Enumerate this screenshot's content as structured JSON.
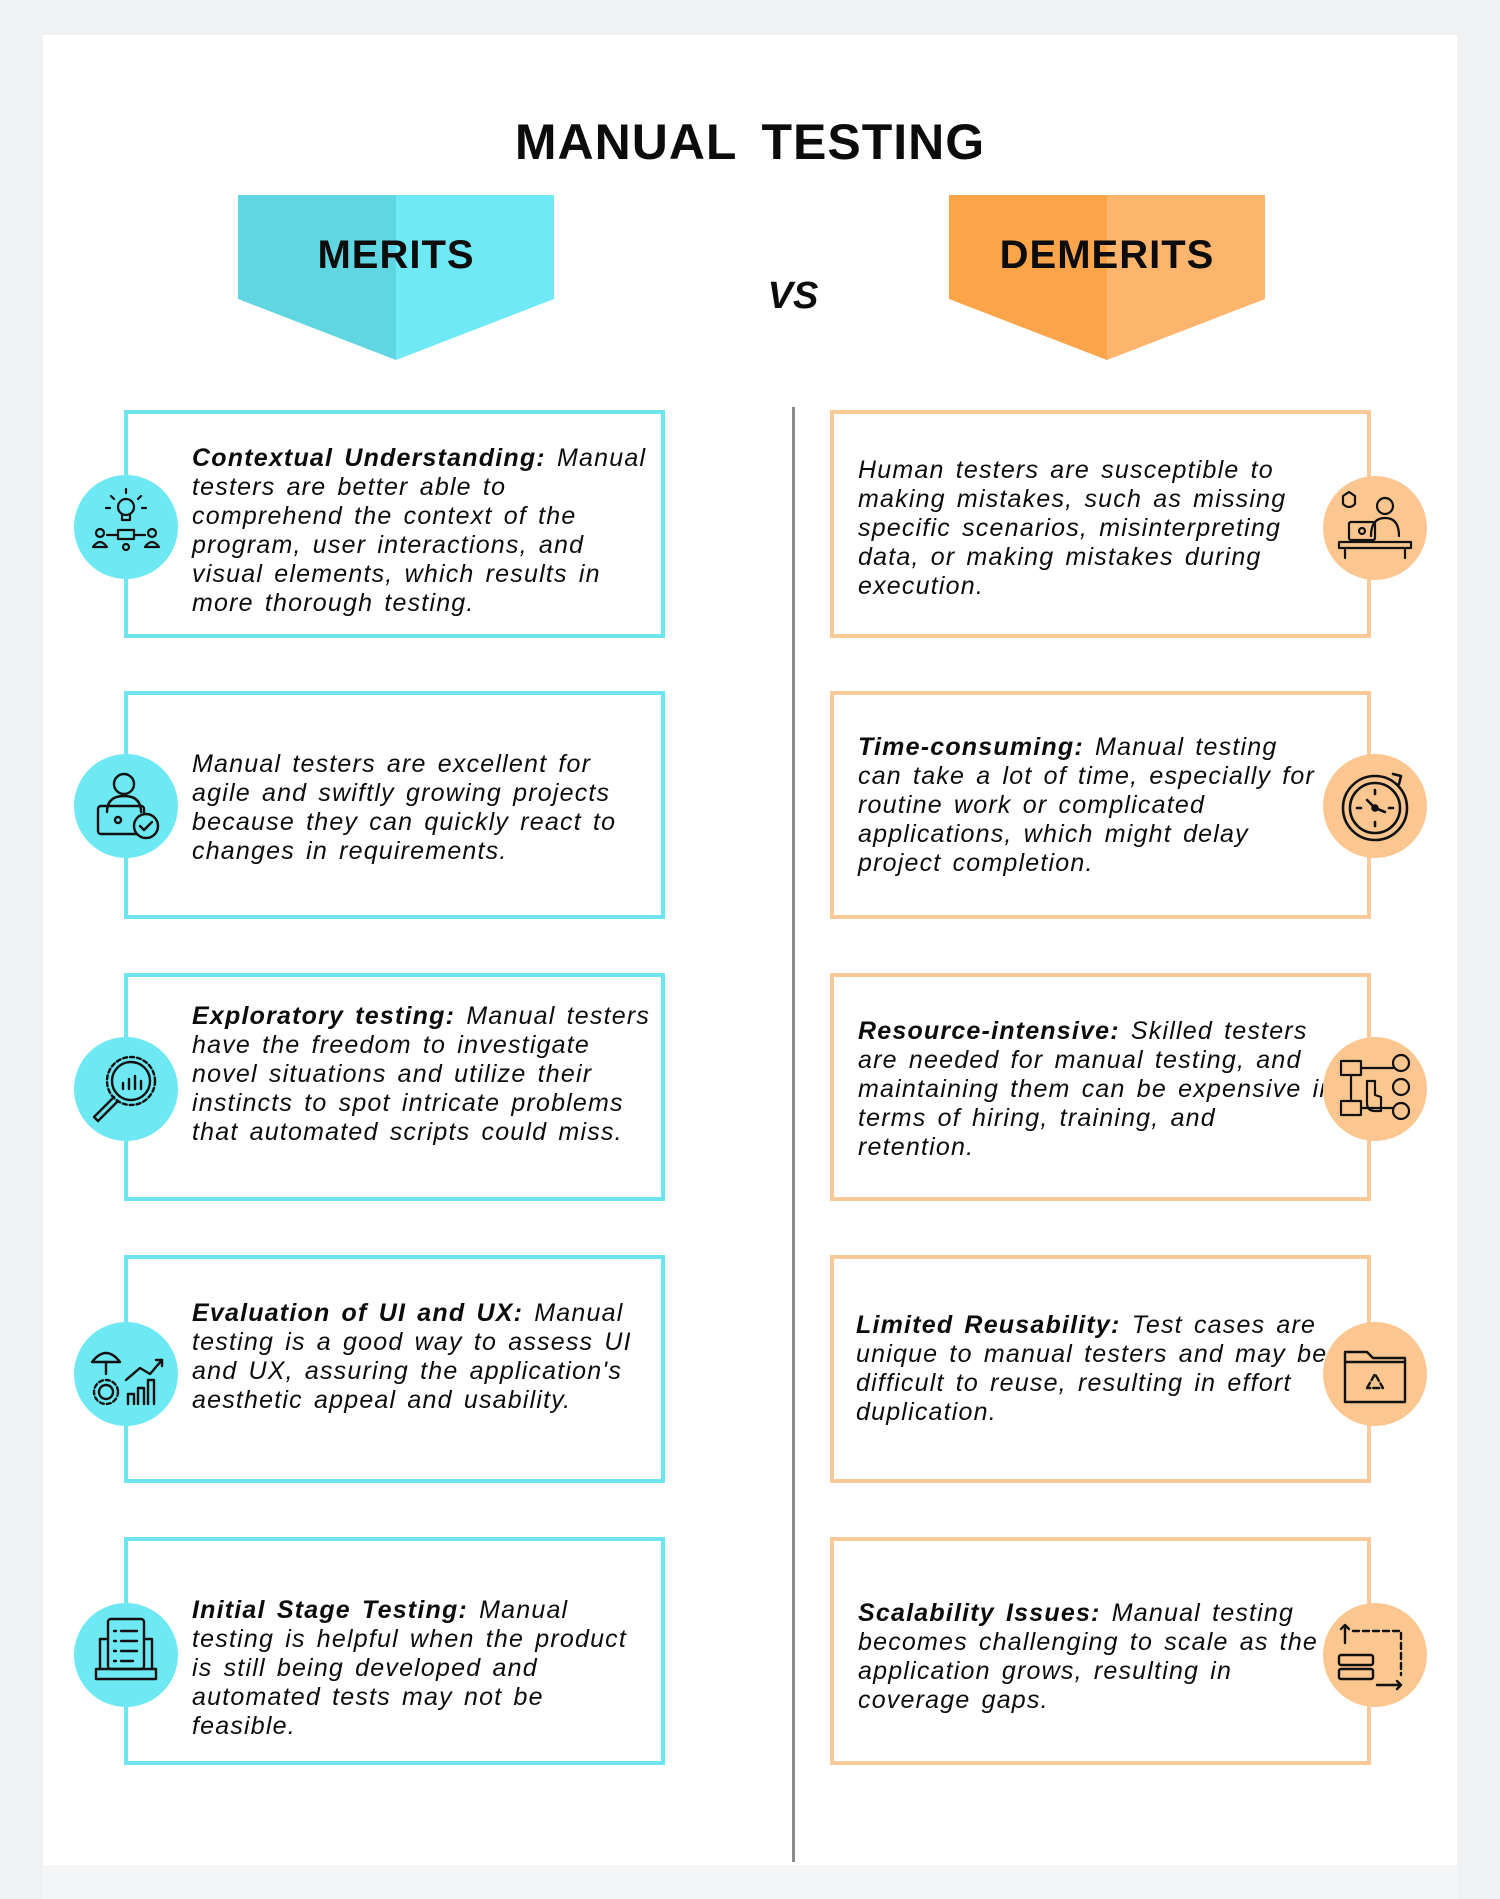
{
  "title": "MANUAL TESTING",
  "merits_label": "MERITS",
  "vs_label": "VS",
  "demerits_label": "DEMERITS",
  "colors": {
    "merit": "#6ee4ef",
    "demerit": "#f9c99a",
    "merit_banner": "#5fd9e4",
    "demerit_banner": "#fba856"
  },
  "merits": [
    {
      "icon": "idea-team-icon",
      "heading": "Contextual Understanding:",
      "body": "Manual testers are better able to comprehend the context of the program, user interactions, and visual elements, which results in more thorough testing."
    },
    {
      "icon": "user-laptop-check-icon",
      "heading": "",
      "body": "Manual testers are excellent for agile and swiftly growing projects because they can quickly react to changes in requirements."
    },
    {
      "icon": "magnify-chart-icon",
      "heading": "Exploratory testing:",
      "body": "Manual testers have the freedom to investigate novel situations and utilize their instincts to spot intricate problems that automated scripts could miss."
    },
    {
      "icon": "umbrella-gear-growth-icon",
      "heading": "Evaluation of UI and UX:",
      "body": "Manual testing is a good way to assess UI and UX, assuring the application's aesthetic appeal and usability."
    },
    {
      "icon": "laptop-checklist-icon",
      "heading": "Initial Stage Testing:",
      "body": "Manual testing is helpful when the product is still being developed and automated tests may not be feasible."
    }
  ],
  "demerits": [
    {
      "icon": "tester-desk-bug-icon",
      "heading": "",
      "body": "Human testers are susceptible to making mistakes, such as missing specific scenarios, misinterpreting data, or making mistakes during execution."
    },
    {
      "icon": "stopwatch-icon",
      "heading": "Time-consuming:",
      "body": "Manual testing can take a lot of time, especially for routine work or complicated applications, which might delay project completion."
    },
    {
      "icon": "hand-select-people-icon",
      "heading": "Resource-intensive:",
      "body": "Skilled testers are needed for manual testing, and maintaining them can be expensive in terms of hiring, training, and retention."
    },
    {
      "icon": "folder-recycle-icon",
      "heading": "Limited Reusability:",
      "body": "Test cases are unique to manual testers and may be difficult to reuse, resulting in effort duplication."
    },
    {
      "icon": "scale-storage-icon",
      "heading": "Scalability Issues:",
      "body": "Manual testing becomes challenging to scale as the application grows, resulting in coverage gaps."
    }
  ]
}
